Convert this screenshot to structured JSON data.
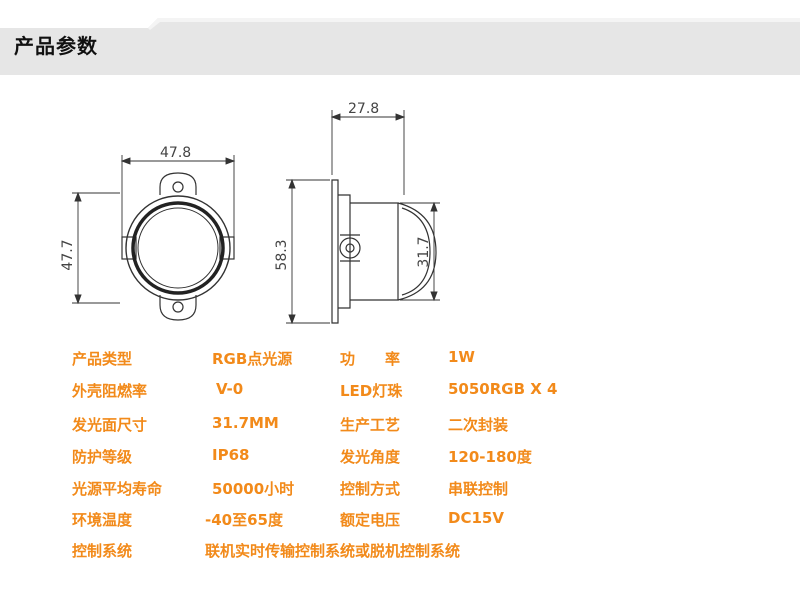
{
  "header": {
    "title": "产品参数"
  },
  "drawing": {
    "front_width": "47.8",
    "front_height": "47.7",
    "side_height": "58.3",
    "side_depth": "27.8",
    "lens_height": "31.7"
  },
  "specs": [
    {
      "label1": "产品类型",
      "value1": "RGB点光源",
      "label2": "功　　率",
      "value2": "1W"
    },
    {
      "label1": "外壳阻燃率",
      "value1": "V-0",
      "label2": "LED灯珠",
      "value2": "5050RGB  X 4"
    },
    {
      "label1": "发光面尺寸",
      "value1": "31.7MM",
      "label2": "生产工艺",
      "value2": "二次封装"
    },
    {
      "label1": "防护等级",
      "value1": "IP68",
      "label2": "发光角度",
      "value2": "120-180度"
    },
    {
      "label1": "光源平均寿命",
      "value1": "50000小时",
      "label2": "控制方式",
      "value2": "串联控制"
    },
    {
      "label1": "环境温度",
      "value1": "-40至65度",
      "label2": "额定电压",
      "value2": "DC15V"
    },
    {
      "label1": "控制系统",
      "value1": "联机实时传输控制系统或脱机控制系统"
    }
  ],
  "colors": {
    "accent": "#f28a1a",
    "header_bg": "#e6e6e6"
  }
}
